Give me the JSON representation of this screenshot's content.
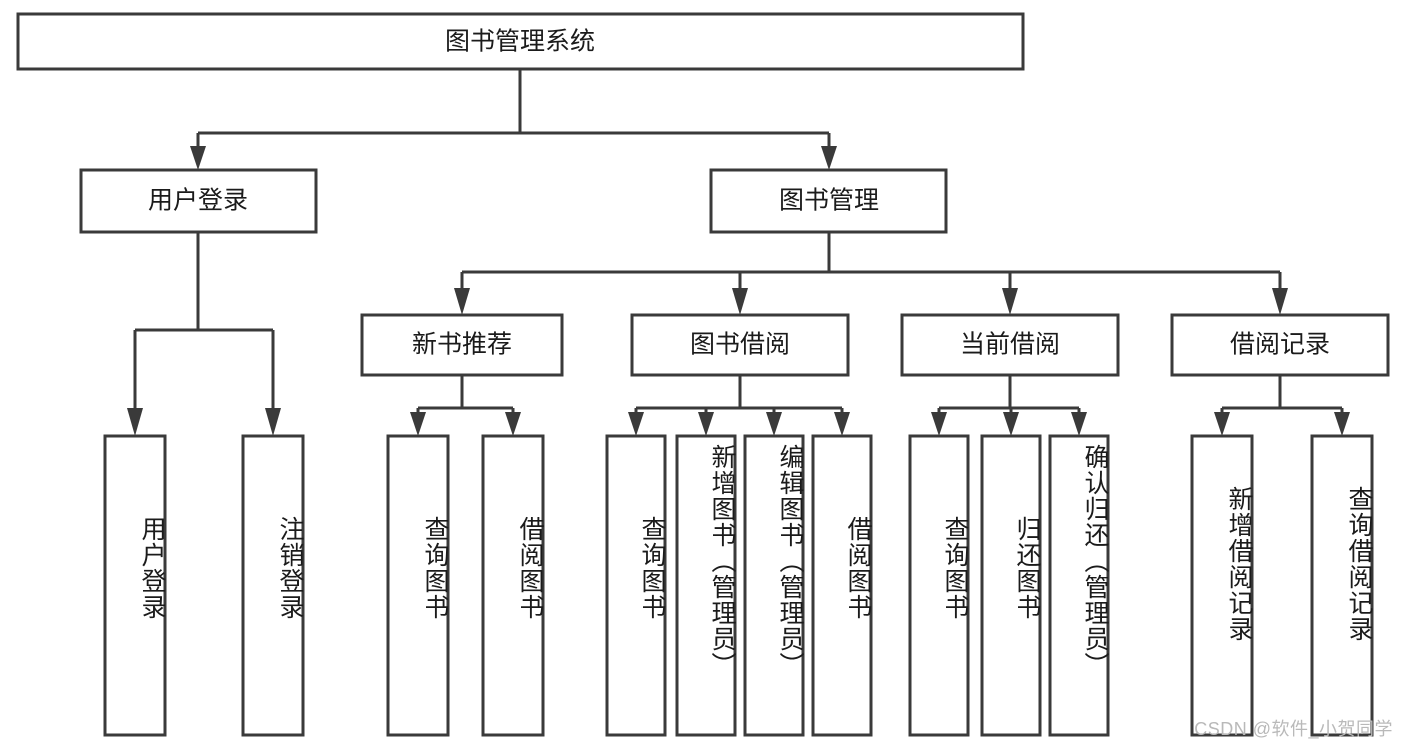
{
  "diagram": {
    "title": "图书管理系统",
    "type": "hierarchy-tree",
    "watermark": "CSDN @软件_小贺同学",
    "colors": {
      "stroke": "#3a3a3a",
      "fill": "#ffffff",
      "text": "#1b1b1b",
      "watermark": "#b9b9b9"
    },
    "levels": {
      "root": "图书管理系统",
      "level2": [
        "用户登录",
        "图书管理"
      ],
      "level3": [
        "新书推荐",
        "图书借阅",
        "当前借阅",
        "借阅记录"
      ]
    },
    "nodes": {
      "root": {
        "label": "图书管理系统"
      },
      "user_login": {
        "label": "用户登录"
      },
      "book_manage": {
        "label": "图书管理"
      },
      "new_book_rec": {
        "label": "新书推荐"
      },
      "book_borrow": {
        "label": "图书借阅"
      },
      "current_borrow": {
        "label": "当前借阅"
      },
      "borrow_record": {
        "label": "借阅记录"
      },
      "leaf_1": {
        "label": "用户登录"
      },
      "leaf_2": {
        "label": "注销登录"
      },
      "leaf_3": {
        "label": "查询图书"
      },
      "leaf_4": {
        "label": "借阅图书"
      },
      "leaf_5": {
        "label": "查询图书"
      },
      "leaf_6": {
        "label": "新增图书（管理员）"
      },
      "leaf_7": {
        "label": "编辑图书（管理员）"
      },
      "leaf_8": {
        "label": "借阅图书"
      },
      "leaf_9": {
        "label": "查询图书"
      },
      "leaf_10": {
        "label": "归还图书"
      },
      "leaf_11": {
        "label": "确认归还（管理员）"
      },
      "leaf_12": {
        "label": "新增借阅记录"
      },
      "leaf_13": {
        "label": "查询借阅记录"
      }
    },
    "edges": [
      {
        "from": "root",
        "to": "user_login"
      },
      {
        "from": "root",
        "to": "book_manage"
      },
      {
        "from": "user_login",
        "to": "leaf_1"
      },
      {
        "from": "user_login",
        "to": "leaf_2"
      },
      {
        "from": "book_manage",
        "to": "new_book_rec"
      },
      {
        "from": "book_manage",
        "to": "book_borrow"
      },
      {
        "from": "book_manage",
        "to": "current_borrow"
      },
      {
        "from": "book_manage",
        "to": "borrow_record"
      },
      {
        "from": "new_book_rec",
        "to": "leaf_3"
      },
      {
        "from": "new_book_rec",
        "to": "leaf_4"
      },
      {
        "from": "book_borrow",
        "to": "leaf_5"
      },
      {
        "from": "book_borrow",
        "to": "leaf_6"
      },
      {
        "from": "book_borrow",
        "to": "leaf_7"
      },
      {
        "from": "book_borrow",
        "to": "leaf_8"
      },
      {
        "from": "current_borrow",
        "to": "leaf_9"
      },
      {
        "from": "current_borrow",
        "to": "leaf_10"
      },
      {
        "from": "current_borrow",
        "to": "leaf_11"
      },
      {
        "from": "borrow_record",
        "to": "leaf_12"
      },
      {
        "from": "borrow_record",
        "to": "leaf_13"
      }
    ]
  }
}
